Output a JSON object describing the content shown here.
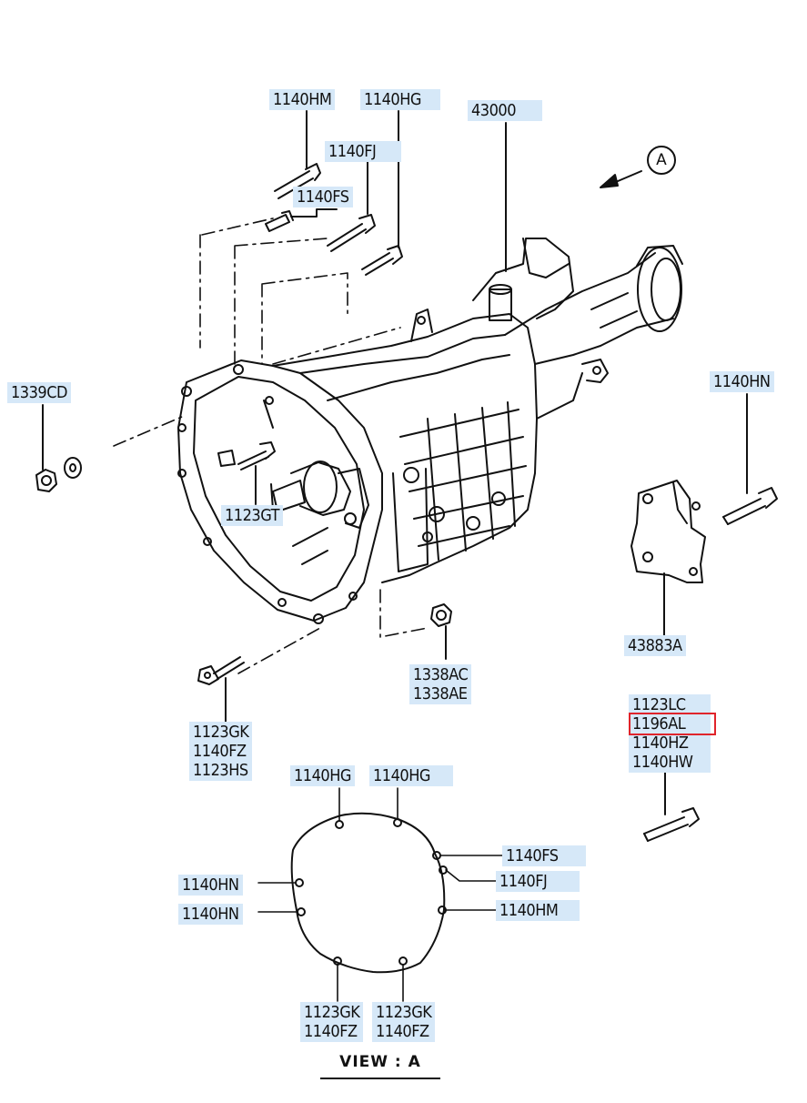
{
  "diagram": {
    "view_title": "VIEW : A",
    "view_marker": "A",
    "labels": {
      "l1140hm_top": "1140HM",
      "l1140hg_top": "1140HG",
      "l43000": "43000",
      "l1140fj_top": "1140FJ",
      "l1140fs_top": "1140FS",
      "l1339cd": "1339CD",
      "l1140hn_right": "1140HN",
      "l1123gt": "1123GT",
      "l43883a": "43883A",
      "l1338": [
        "1338AC",
        "1338AE"
      ],
      "l1123gk_left": [
        "1123GK",
        "1140FZ",
        "1123HS"
      ],
      "l_bolt_group": [
        "1123LC",
        "1196AL",
        "1140HZ",
        "1140HW"
      ],
      "view_1140hg_a": "1140HG",
      "view_1140hg_b": "1140HG",
      "view_1140fs": "1140FS",
      "view_1140fj": "1140FJ",
      "view_1140hn_a": "1140HN",
      "view_1140hn_b": "1140HN",
      "view_1140hm": "1140HM",
      "view_1123gk_a": [
        "1123GK",
        "1140FZ"
      ],
      "view_1123gk_b": [
        "1123GK",
        "1140FZ"
      ]
    },
    "highlighted_part": "1196AL",
    "colors": {
      "label_bg": "#d6e8f8",
      "highlight": "#e0242b",
      "ink": "#111111"
    }
  }
}
